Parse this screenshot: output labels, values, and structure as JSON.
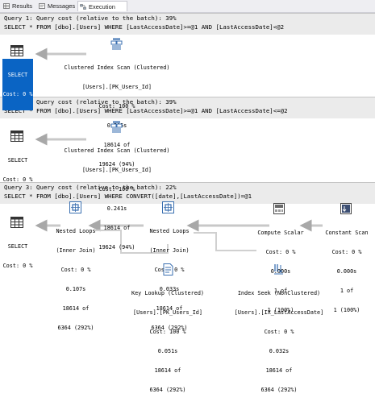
{
  "tabs": [
    {
      "label": "Results",
      "icon": "grid-icon",
      "active": false
    },
    {
      "label": "Messages",
      "icon": "messages-icon",
      "active": false
    },
    {
      "label": "Execution plan",
      "icon": "execution-plan-icon",
      "active": true
    }
  ],
  "queries": [
    {
      "header": "Query 1: Query cost (relative to the batch): 39%",
      "sql": "SELECT * FROM [dbo].[Users] WHERE [LastAccessDate]>=@1 AND [LastAccessDate]<@2",
      "select": {
        "name": "SELECT",
        "cost": "Cost: 0 %"
      },
      "scan": {
        "lines": [
          "Clustered Index Scan (Clustered)",
          "[Users].[PK_Users_Id]",
          "Cost: 100 %",
          "0.505s",
          "18614 of",
          "19624 (94%)"
        ]
      }
    },
    {
      "header": "Query 2: Query cost (relative to the batch): 39%",
      "sql": "SELECT * FROM [dbo].[Users] WHERE [LastAccessDate]>=@1 AND [LastAccessDate]<=@2",
      "select": {
        "name": "SELECT",
        "cost": "Cost: 0 %"
      },
      "scan": {
        "lines": [
          "Clustered Index Scan (Clustered)",
          "[Users].[PK_Users_Id]",
          "Cost: 100 %",
          "0.241s",
          "18614 of",
          "19624 (94%)"
        ]
      }
    },
    {
      "header": "Query 3: Query cost (relative to the batch): 22%",
      "sql": "SELECT * FROM [dbo].[Users] WHERE CONVERT([date],[LastAccessDate])=@1",
      "select": {
        "name": "SELECT",
        "cost": "Cost: 0 %"
      },
      "nested1": {
        "lines": [
          "Nested Loops",
          "(Inner Join)",
          "Cost: 0 %",
          "0.107s",
          "18614 of",
          "6364 (292%)"
        ]
      },
      "nested2": {
        "lines": [
          "Nested Loops",
          "(Inner Join)",
          "Cost: 0 %",
          "0.033s",
          "18614 of",
          "6364 (292%)"
        ]
      },
      "compute": {
        "lines": [
          "Compute Scalar",
          "Cost: 0 %",
          "0.000s",
          "1 of",
          "1 (100%)"
        ]
      },
      "constant": {
        "lines": [
          "Constant Scan",
          "Cost: 0 %",
          "0.000s",
          "1 of",
          "1 (100%)"
        ]
      },
      "keylookup": {
        "lines": [
          "Key Lookup (Clustered)",
          "[Users].[PK_Users_Id]",
          "Cost: 100 %",
          "0.051s",
          "18614 of",
          "6364 (292%)"
        ]
      },
      "seek": {
        "lines": [
          "Index Seek (NonClustered)",
          "[Users].[IX_LastAccessDate]",
          "Cost: 0 %",
          "0.032s",
          "18614 of",
          "6364 (292%)"
        ]
      }
    }
  ],
  "colors": {
    "accent": "#0a64c4",
    "header_bg": "#ebebeb",
    "tab_bg": "#eeeef2"
  }
}
